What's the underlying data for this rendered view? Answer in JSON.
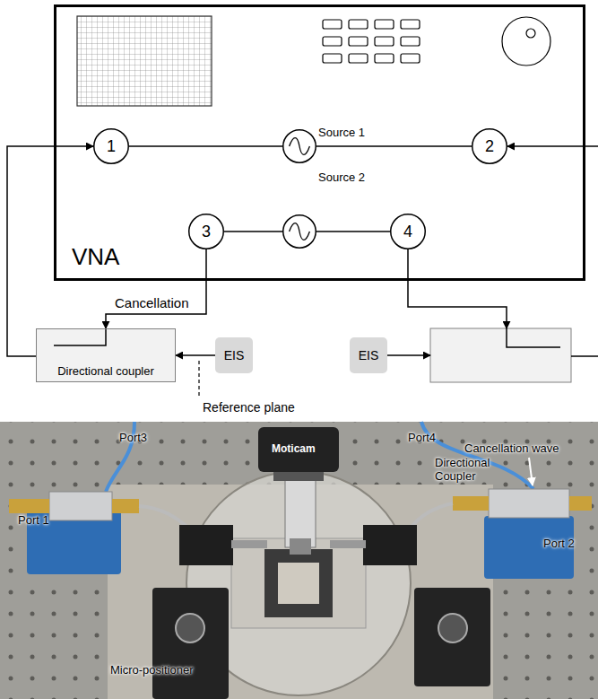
{
  "diagram": {
    "nodes": [
      {
        "text": [
          "VNA"
        ]
      },
      {
        "text": [
          "Source 1"
        ],
        "in": 0
      },
      {
        "text": [
          "1"
        ],
        "in": 0
      },
      {
        "text": [
          "2"
        ],
        "in": 0
      },
      {
        "text": [
          "Source 2"
        ],
        "in": 0
      },
      {
        "text": [
          "3"
        ],
        "in": 0
      },
      {
        "text": [
          "4"
        ],
        "in": 0
      },
      {
        "text": [
          "Directional coupler"
        ]
      },
      {
        "text": [
          "EIS"
        ]
      },
      {
        "text": [
          "EIS"
        ]
      }
    ],
    "edges": [
      {
        "from": 2,
        "to": 1,
        "arrow": "none"
      },
      {
        "from": 1,
        "to": 3,
        "arrow": "none"
      },
      {
        "from": 5,
        "to": 4,
        "arrow": "none"
      },
      {
        "from": 4,
        "to": 6,
        "arrow": "none"
      },
      {
        "from": 5,
        "to": 7,
        "arrow": "to",
        "label": "Cancellation"
      },
      {
        "from": 8,
        "to": 7,
        "arrow": "to"
      },
      {
        "from": 7,
        "to": 2,
        "arrow": "to"
      }
    ],
    "labels": [
      "Reference plane",
      "Port3",
      "Port4",
      "Cancellation wave",
      "Directional Coupler",
      "Port 1",
      "Port 2",
      "Micro-positioner",
      "Moticam"
    ]
  }
}
